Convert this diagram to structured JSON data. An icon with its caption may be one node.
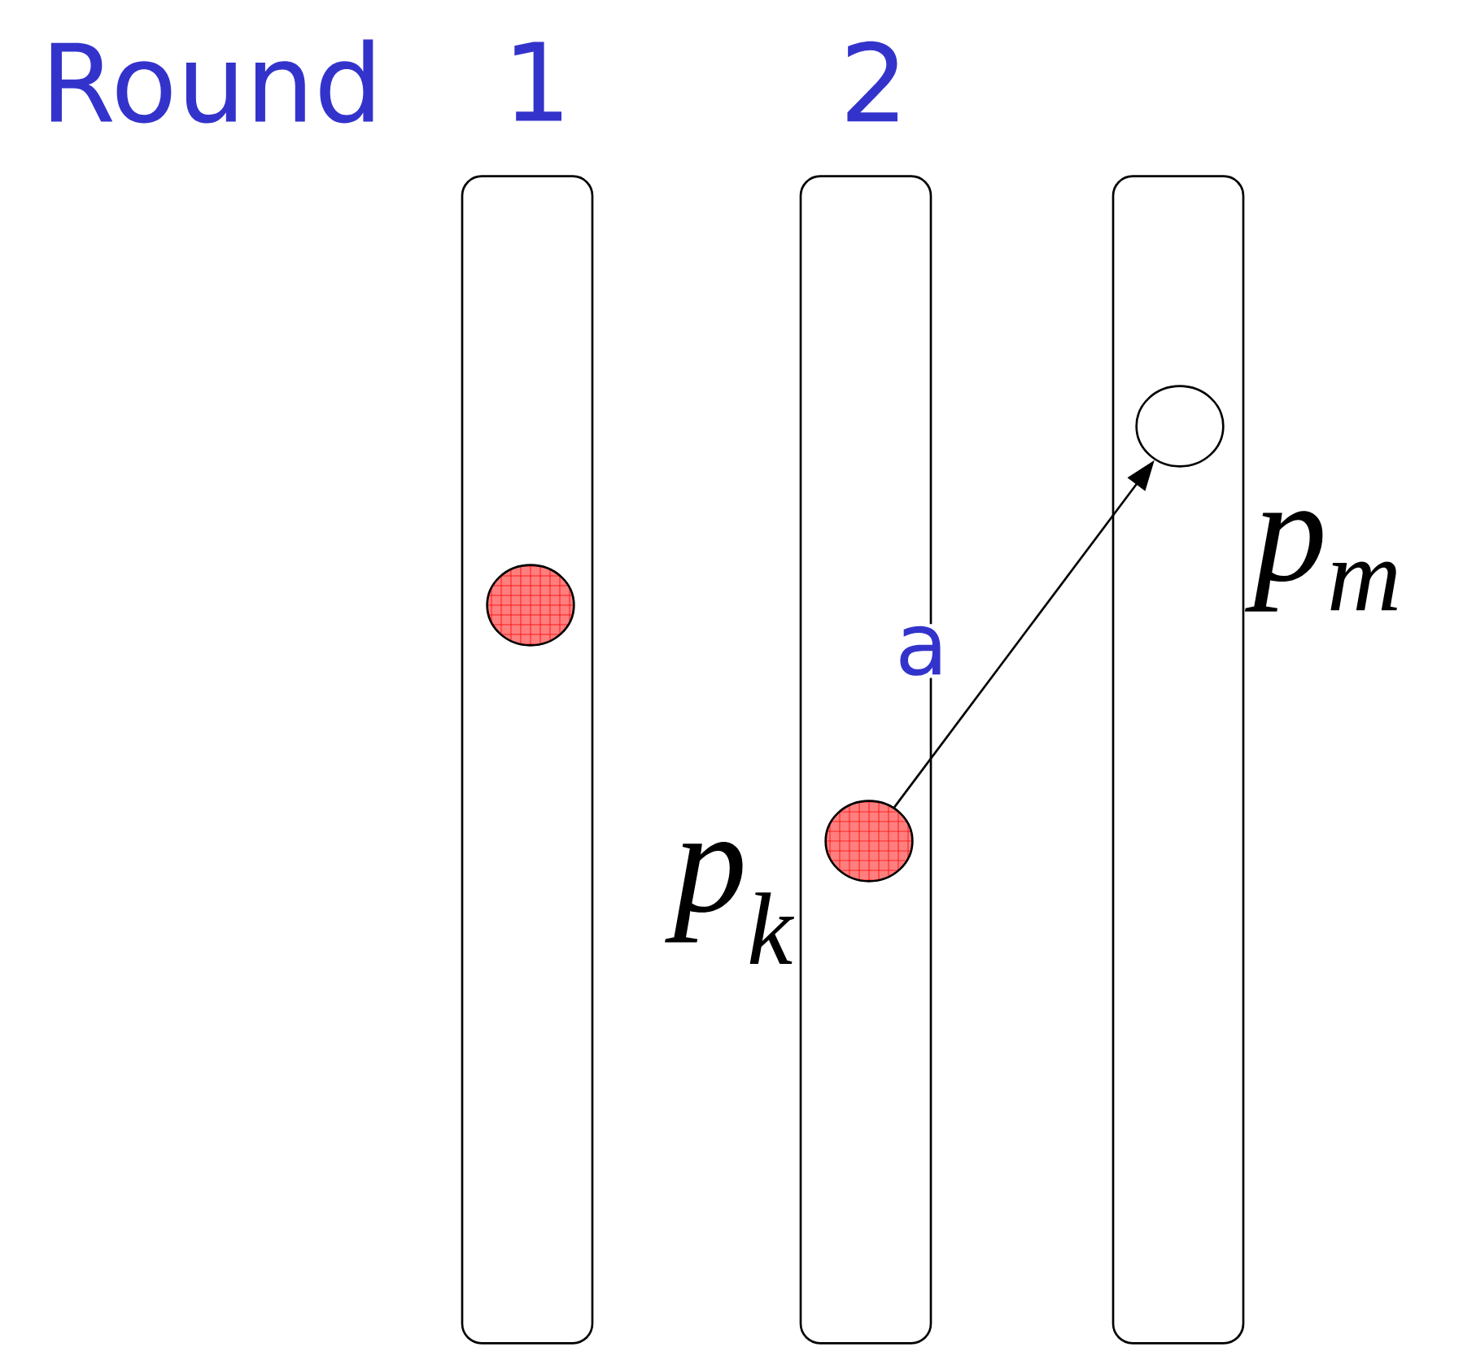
{
  "diagram": {
    "nodes": [
      {
        "text": [],
        "shape": "bar"
      },
      {
        "text": [],
        "shape": "circle",
        "in": 0
      },
      {
        "text": [],
        "shape": "bar"
      },
      {
        "text": [],
        "shape": "circle",
        "in": 2,
        "beside": [
          "p$_{k}$"
        ]
      },
      {
        "text": [],
        "shape": "bar"
      },
      {
        "text": [],
        "shape": "circle",
        "in": 4,
        "beside": [
          "p$_{m}$"
        ]
      }
    ],
    "edges": [
      {
        "from": 3,
        "to": 5,
        "arrow": "to",
        "label": "a"
      }
    ],
    "labels": [
      "Round",
      "1",
      "2"
    ]
  }
}
